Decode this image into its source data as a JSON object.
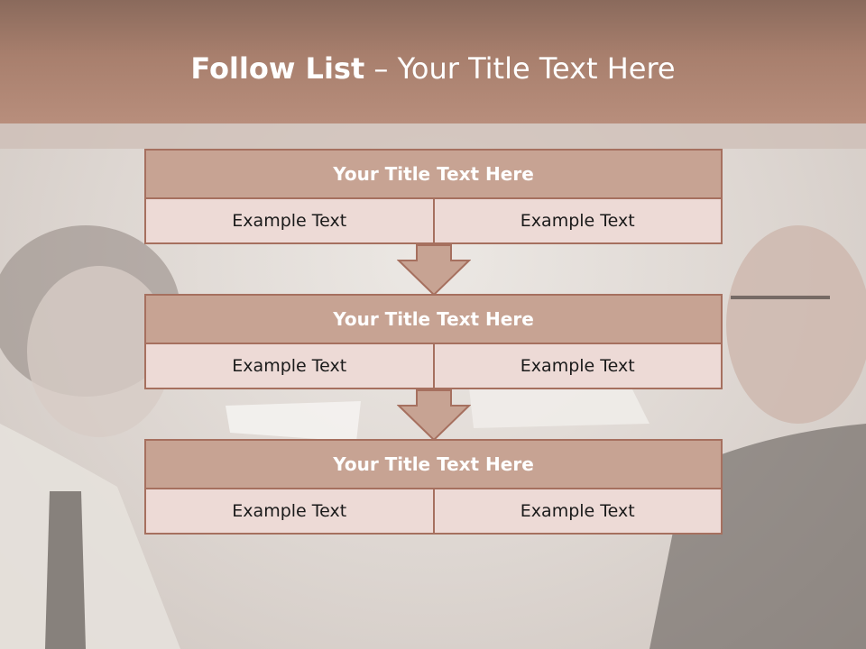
{
  "title": {
    "bold": "Follow List",
    "rest": " – Your Title Text Here"
  },
  "blocks": [
    {
      "title": "Your Title Text Here",
      "left": "Example Text",
      "right": "Example Text"
    },
    {
      "title": "Your Title Text Here",
      "left": "Example Text",
      "right": "Example Text"
    },
    {
      "title": "Your Title Text Here",
      "left": "Example Text",
      "right": "Example Text"
    }
  ],
  "colors": {
    "header": "#a87f6d",
    "box_head": "#c7a393",
    "box_cell": "#eddad6",
    "border": "#a6705f"
  }
}
